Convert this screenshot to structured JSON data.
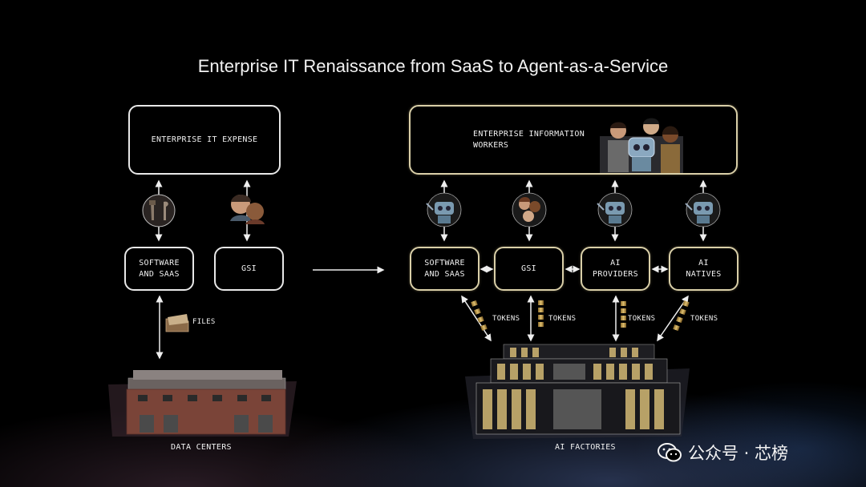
{
  "title": "Enterprise IT Renaissance from SaaS to Agent-as-a-Service",
  "left": {
    "top_box": "ENTERPRISE IT EXPENSE",
    "box_software": [
      "SOFTWARE",
      "AND SAAS"
    ],
    "box_gsi": "GSI",
    "files_label": "FILES",
    "datacenter_label": "DATA CENTERS"
  },
  "right": {
    "top_box": [
      "ENTERPRISE INFORMATION",
      "WORKERS"
    ],
    "boxes": [
      [
        "SOFTWARE",
        "AND SAAS"
      ],
      [
        "GSI",
        ""
      ],
      [
        "AI",
        "PROVIDERS"
      ],
      [
        "AI",
        "NATIVES"
      ]
    ],
    "tokens_label": "TOKENS",
    "factories_label": "AI FACTORIES"
  },
  "watermark": {
    "text": "公众号 · 芯榜",
    "icon": "wechat-icon"
  },
  "icons": [
    "tools-icon",
    "people-icon",
    "robot-icon",
    "workers-robot-icon",
    "token-stack-icon",
    "folder-icon",
    "datacenter-building-icon",
    "ai-factory-icon"
  ],
  "colors": {
    "background": "#000000",
    "box_border": "#e8e8e8",
    "gold_border": "#d9cfa8",
    "token": "#c9a14a"
  }
}
